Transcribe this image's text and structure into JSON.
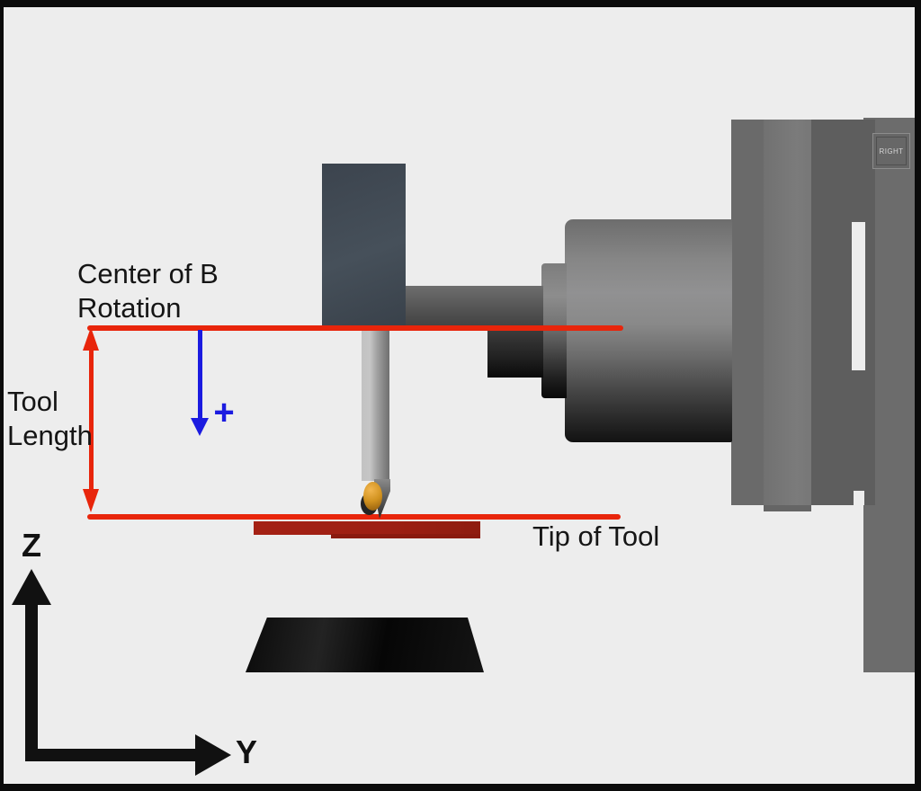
{
  "diagram": {
    "annotations": {
      "center_of_b_line1": "Center of B",
      "center_of_b_line2": "Rotation",
      "tool_length_line1": "Tool",
      "tool_length_line2": "Length",
      "tip_of_tool": "Tip of Tool",
      "plus_sign": "+"
    },
    "axes": {
      "z": "Z",
      "y": "Y"
    },
    "machine": {
      "view_badge": "RIGHT"
    },
    "colors": {
      "background": "#ededed",
      "frame": "#0b0b0b",
      "annotation_red": "#e8250b",
      "annotation_blue": "#1b1be0",
      "fixture_dark_red": "#9d1f13",
      "tool_ball_gold": "#d1921f",
      "carriage_block_slate": "#414a54",
      "machine_gray_light": "#7b7b7b",
      "machine_gray_mid": "#6a6a6a",
      "machine_gray_dark": "#5e5e5e",
      "workpiece_black": "#0d0d0d",
      "label_text": "#151515"
    }
  }
}
